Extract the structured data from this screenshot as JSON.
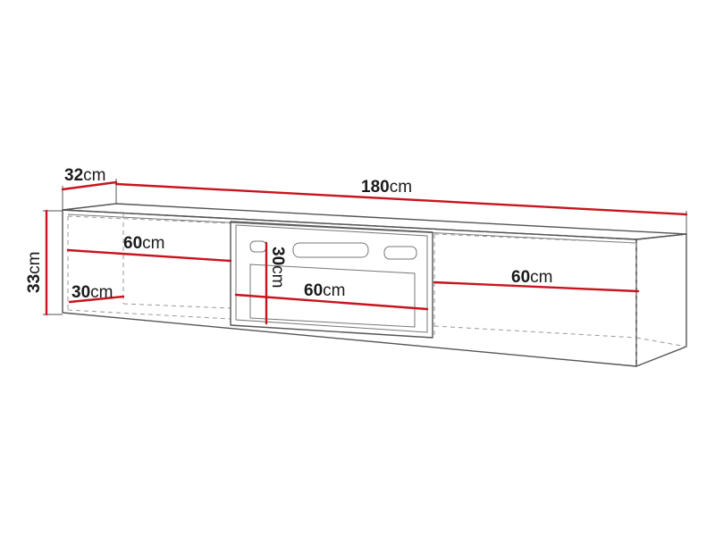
{
  "diagram": {
    "accent_color": "#c8141e",
    "unit": "cm",
    "dimensions": {
      "depth_top": {
        "value": "32",
        "unit": "cm"
      },
      "length_top": {
        "value": "180",
        "unit": "cm"
      },
      "height": {
        "value": "33",
        "unit": "cm"
      },
      "left_width": {
        "value": "60",
        "unit": "cm"
      },
      "left_depth": {
        "value": "30",
        "unit": "cm"
      },
      "center_height": {
        "value": "30",
        "unit": "cm"
      },
      "center_width": {
        "value": "60",
        "unit": "cm"
      },
      "right_width": {
        "value": "60",
        "unit": "cm"
      }
    }
  }
}
